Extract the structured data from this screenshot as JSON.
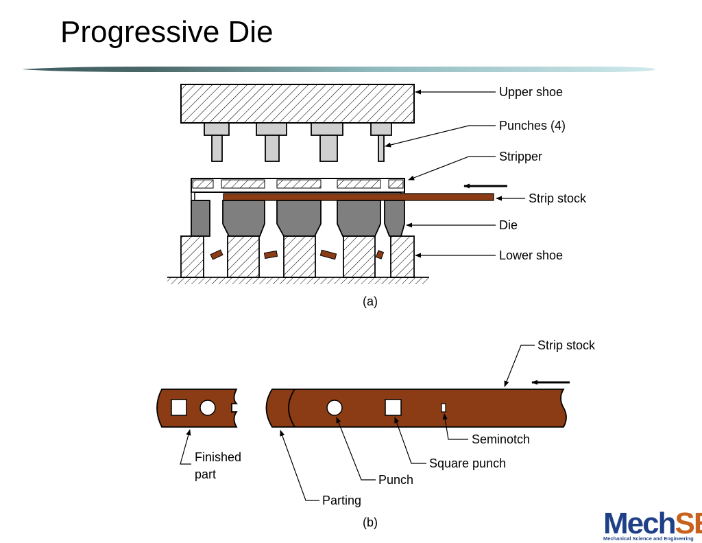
{
  "title": "Progressive Die",
  "figure_a": {
    "labels": {
      "upper_shoe": "Upper shoe",
      "punches": "Punches (4)",
      "stripper": "Stripper",
      "strip_stock": "Strip stock",
      "die": "Die",
      "lower_shoe": "Lower shoe"
    },
    "caption": "(a)"
  },
  "figure_b": {
    "labels": {
      "strip_stock": "Strip stock",
      "seminotch": "Seminotch",
      "square_punch": "Square punch",
      "punch": "Punch",
      "parting": "Parting",
      "finished_part": [
        "Finished",
        "part"
      ]
    },
    "caption": "(b)"
  },
  "logo": {
    "brand_part1": "Mech",
    "brand_part2": "SE",
    "tagline": "Mechanical Science and Engineering"
  },
  "colors": {
    "strip": "#8b3c14",
    "die": "#7f7f7f",
    "punch": "#d0d0d0",
    "rule_dark": "#4a6767",
    "rule_light": "#bfe0e3"
  }
}
